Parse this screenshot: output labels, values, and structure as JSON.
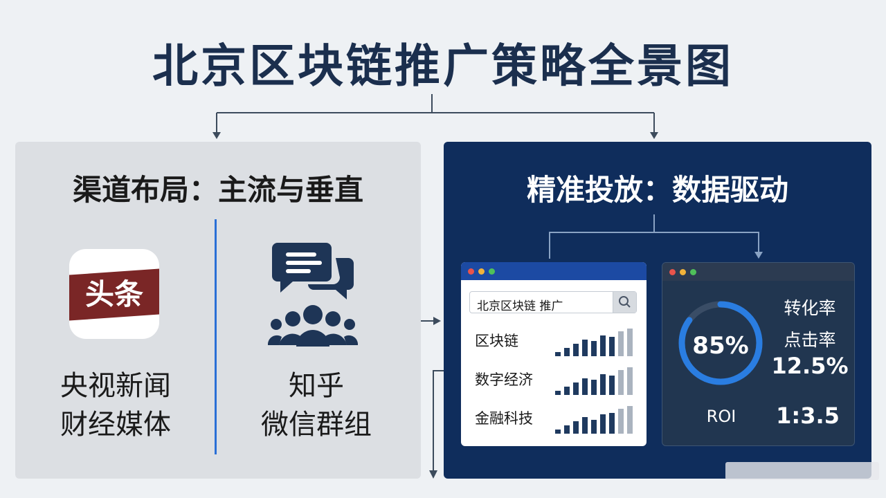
{
  "title": "北京区块链推广策略全景图",
  "left_panel": {
    "heading": "渠道布局：主流与垂直",
    "app_icon_text": "头条",
    "col1_line1": "央视新闻",
    "col1_line2": "财经媒体",
    "col2_line1": "知乎",
    "col2_line2": "微信群组"
  },
  "right_panel": {
    "heading": "精准投放：数据驱动",
    "search_query": "北京区块链 推广",
    "keywords": [
      {
        "label": "区块链",
        "bars": [
          0.15,
          0.3,
          0.45,
          0.6,
          0.55,
          0.75,
          0.7,
          0.9,
          1.0
        ]
      },
      {
        "label": "数字经济",
        "bars": [
          0.15,
          0.3,
          0.45,
          0.6,
          0.55,
          0.75,
          0.7,
          0.9,
          1.0
        ]
      },
      {
        "label": "金融科技",
        "bars": [
          0.15,
          0.3,
          0.45,
          0.6,
          0.5,
          0.7,
          0.75,
          0.9,
          1.0
        ]
      }
    ],
    "conversion_value": "85%",
    "conversion_fraction": 0.85,
    "conversion_label": "转化率",
    "ctr_label": "点击率",
    "ctr_value": "12.5%",
    "roi_label": "ROI",
    "roi_value": "1:3.5"
  },
  "colors": {
    "title": "#1b2f4e",
    "accent_blue": "#2a6fd6",
    "dark_panel": "#0f2d5c",
    "app_red": "#7a2626",
    "bar_dark": "#1f3a5f",
    "bar_light": "#aab3bf"
  }
}
